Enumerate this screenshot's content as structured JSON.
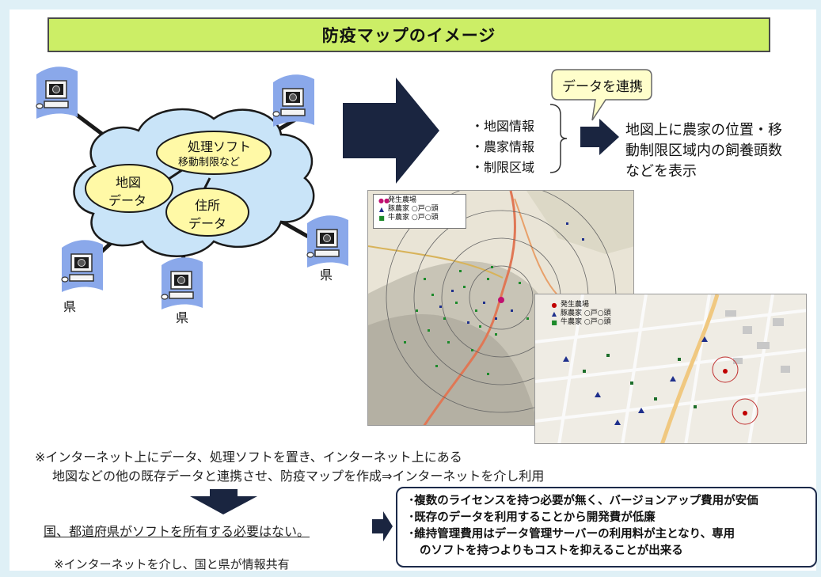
{
  "title": "防疫マップのイメージ",
  "network": {
    "cloud_labels": {
      "software_line1": "処理ソフト",
      "software_line2": "移動制限など",
      "map_line1": "地図",
      "map_line2": "データ",
      "address_line1": "住所",
      "address_line2": "データ"
    },
    "pref_label": "県"
  },
  "data_list": [
    "・地図情報",
    "・農家情報",
    "・制限区域"
  ],
  "callout": "データを連携",
  "result_text": "地図上に農家の位置・移動制限区域内の飼養頭数などを表示",
  "map_wide": {
    "legend": [
      {
        "symbol": "●●",
        "label": "発生農場"
      },
      {
        "symbol": "▲",
        "label": "豚農家 ○戸○頭"
      },
      {
        "symbol": "■",
        "label": "牛農家 ○戸○頭"
      }
    ]
  },
  "map_detail": {
    "legend": [
      {
        "symbol": "●",
        "label": "発生農場"
      },
      {
        "symbol": "▲",
        "label": "豚農家 ○戸○頭"
      },
      {
        "symbol": "■",
        "label": "牛農家 ○戸○頭"
      }
    ]
  },
  "note_line1": "※インターネット上にデータ、処理ソフトを置き、インターネット上にある",
  "note_line2": "地図などの他の既存データと連携させ、防疫マップを作成⇒インターネットを介し利用",
  "conclusion": "国、都道府県がソフトを所有する必要はない。",
  "info_share": "※インターネットを介し、国と県が情報共有",
  "benefits": [
    "･複数のライセンスを持つ必要が無く、バージョンアップ費用が安価",
    "･既存のデータを利用することから開発費が低廉",
    "･維持管理費用はデータ管理サーバーの利用料が主となり、専用",
    "のソフトを持つよりもコストを抑えることが出来る"
  ],
  "colors": {
    "title_bg": "#ccee66",
    "arrow": "#1a2540",
    "cloud": "#c9e4f8",
    "ellipse": "#fff9a6",
    "wave": "#8aa8ea"
  }
}
